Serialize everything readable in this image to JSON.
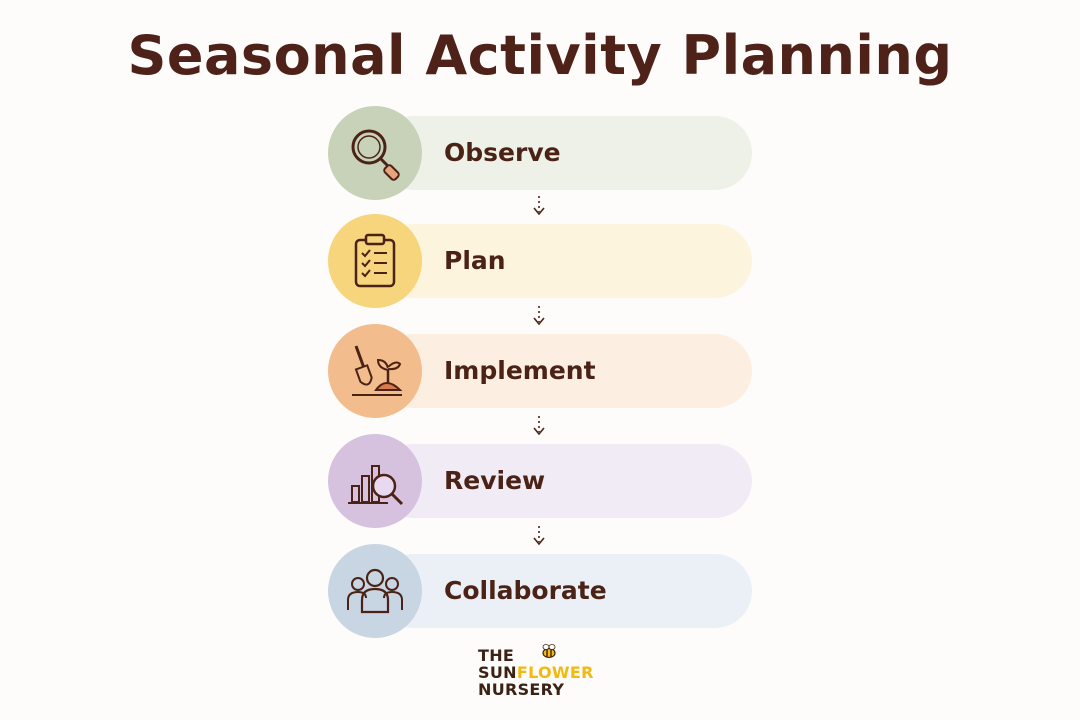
{
  "title": "Seasonal Activity Planning",
  "steps": [
    {
      "label": "Observe",
      "icon": "magnifying-glass-icon",
      "circle_color": "#c7d2b8",
      "pill_color": "#eef1e8"
    },
    {
      "label": "Plan",
      "icon": "clipboard-checklist-icon",
      "circle_color": "#f6d57c",
      "pill_color": "#fdf4dd"
    },
    {
      "label": "Implement",
      "icon": "trowel-sprout-icon",
      "circle_color": "#f2bc8d",
      "pill_color": "#fcefe1"
    },
    {
      "label": "Review",
      "icon": "bar-chart-magnifier-icon",
      "circle_color": "#d6c2df",
      "pill_color": "#f1ebf5"
    },
    {
      "label": "Collaborate",
      "icon": "people-group-icon",
      "circle_color": "#c8d5e3",
      "pill_color": "#ebf0f6"
    }
  ],
  "logo": {
    "line1": "THE",
    "line2": "SUNFLOWER",
    "line3": "NURSERY",
    "dark_color": "#3b2214",
    "accent_color": "#f2b90f"
  }
}
